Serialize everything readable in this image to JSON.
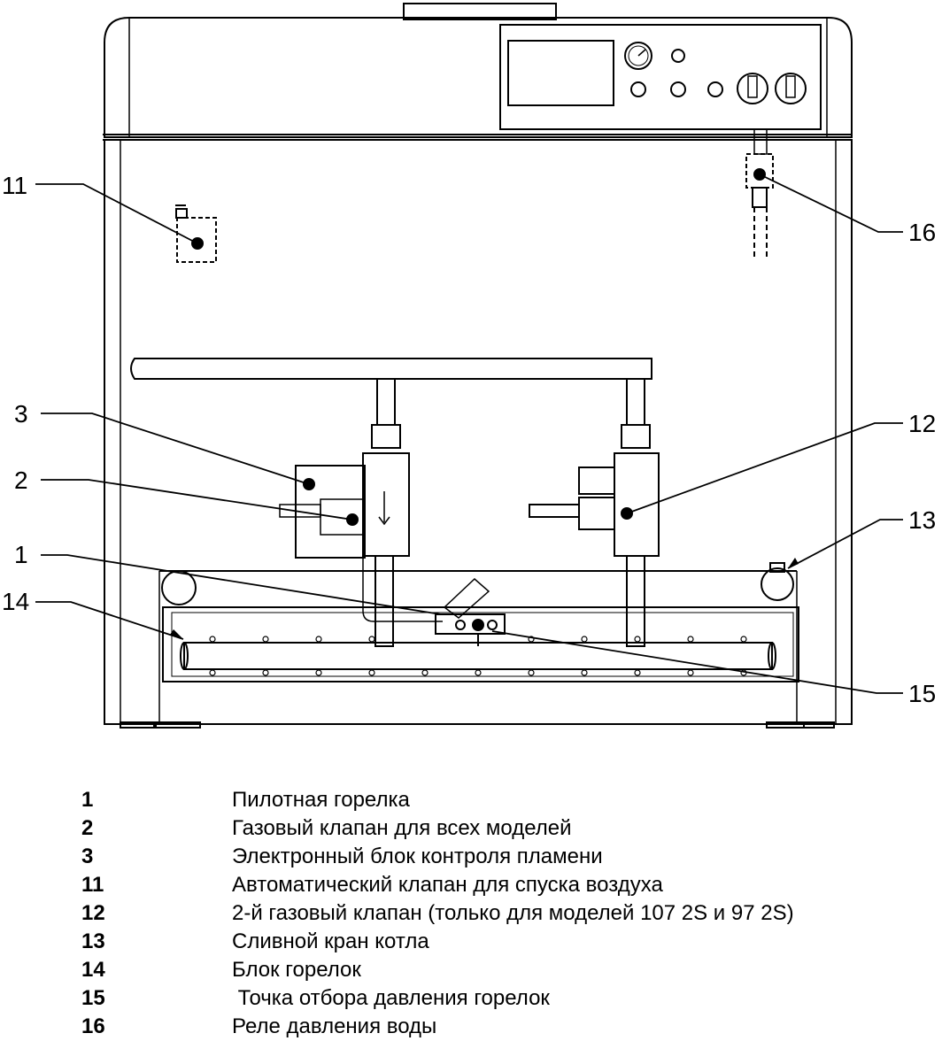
{
  "callouts": [
    "11",
    "3",
    "2",
    "1",
    "14",
    "16",
    "12",
    "13",
    "15"
  ],
  "legend": [
    {
      "num": "1",
      "text": "Пилотная горелка"
    },
    {
      "num": "2",
      "text": "Газовый клапан для всех моделей"
    },
    {
      "num": "3",
      "text": "Электронный блок контроля пламени"
    },
    {
      "num": "11",
      "text": "Автоматический клапан для спуска воздуха"
    },
    {
      "num": "12",
      "text": "2-й газовый клапан (только для моделей 107 2S и 97 2S)"
    },
    {
      "num": "13",
      "text": "Сливной кран котла"
    },
    {
      "num": "14",
      "text": "Блок горелок"
    },
    {
      "num": "15",
      "text": " Точка отбора давления горелок"
    },
    {
      "num": "16",
      "text": "Реле давления воды"
    }
  ]
}
